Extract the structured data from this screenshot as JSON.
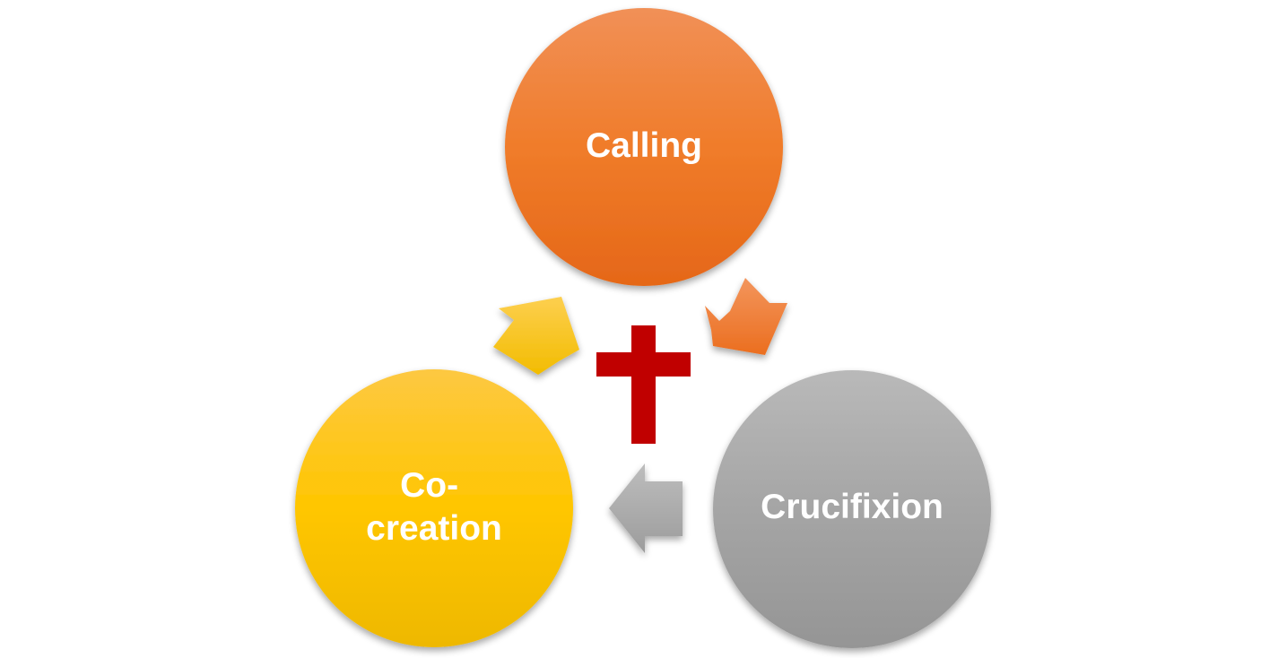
{
  "diagram": {
    "nodes": [
      {
        "id": "calling",
        "lines": [
          "Calling"
        ],
        "color": "#ED7D31"
      },
      {
        "id": "crucifixion",
        "lines": [
          "Crucifixion"
        ],
        "color": "#A5A5A5"
      },
      {
        "id": "co-creation",
        "lines": [
          "Co-",
          "creation"
        ],
        "color": "#FFC000"
      }
    ],
    "arrows": [
      {
        "from": "calling",
        "to": "crucifixion",
        "color": "#ED7D31"
      },
      {
        "from": "crucifixion",
        "to": "co-creation",
        "color": "#A5A5A5"
      },
      {
        "from": "co-creation",
        "to": "calling",
        "color": "#FFC000"
      }
    ],
    "center_symbol": {
      "icon": "cross-icon",
      "color": "#C00000"
    }
  }
}
